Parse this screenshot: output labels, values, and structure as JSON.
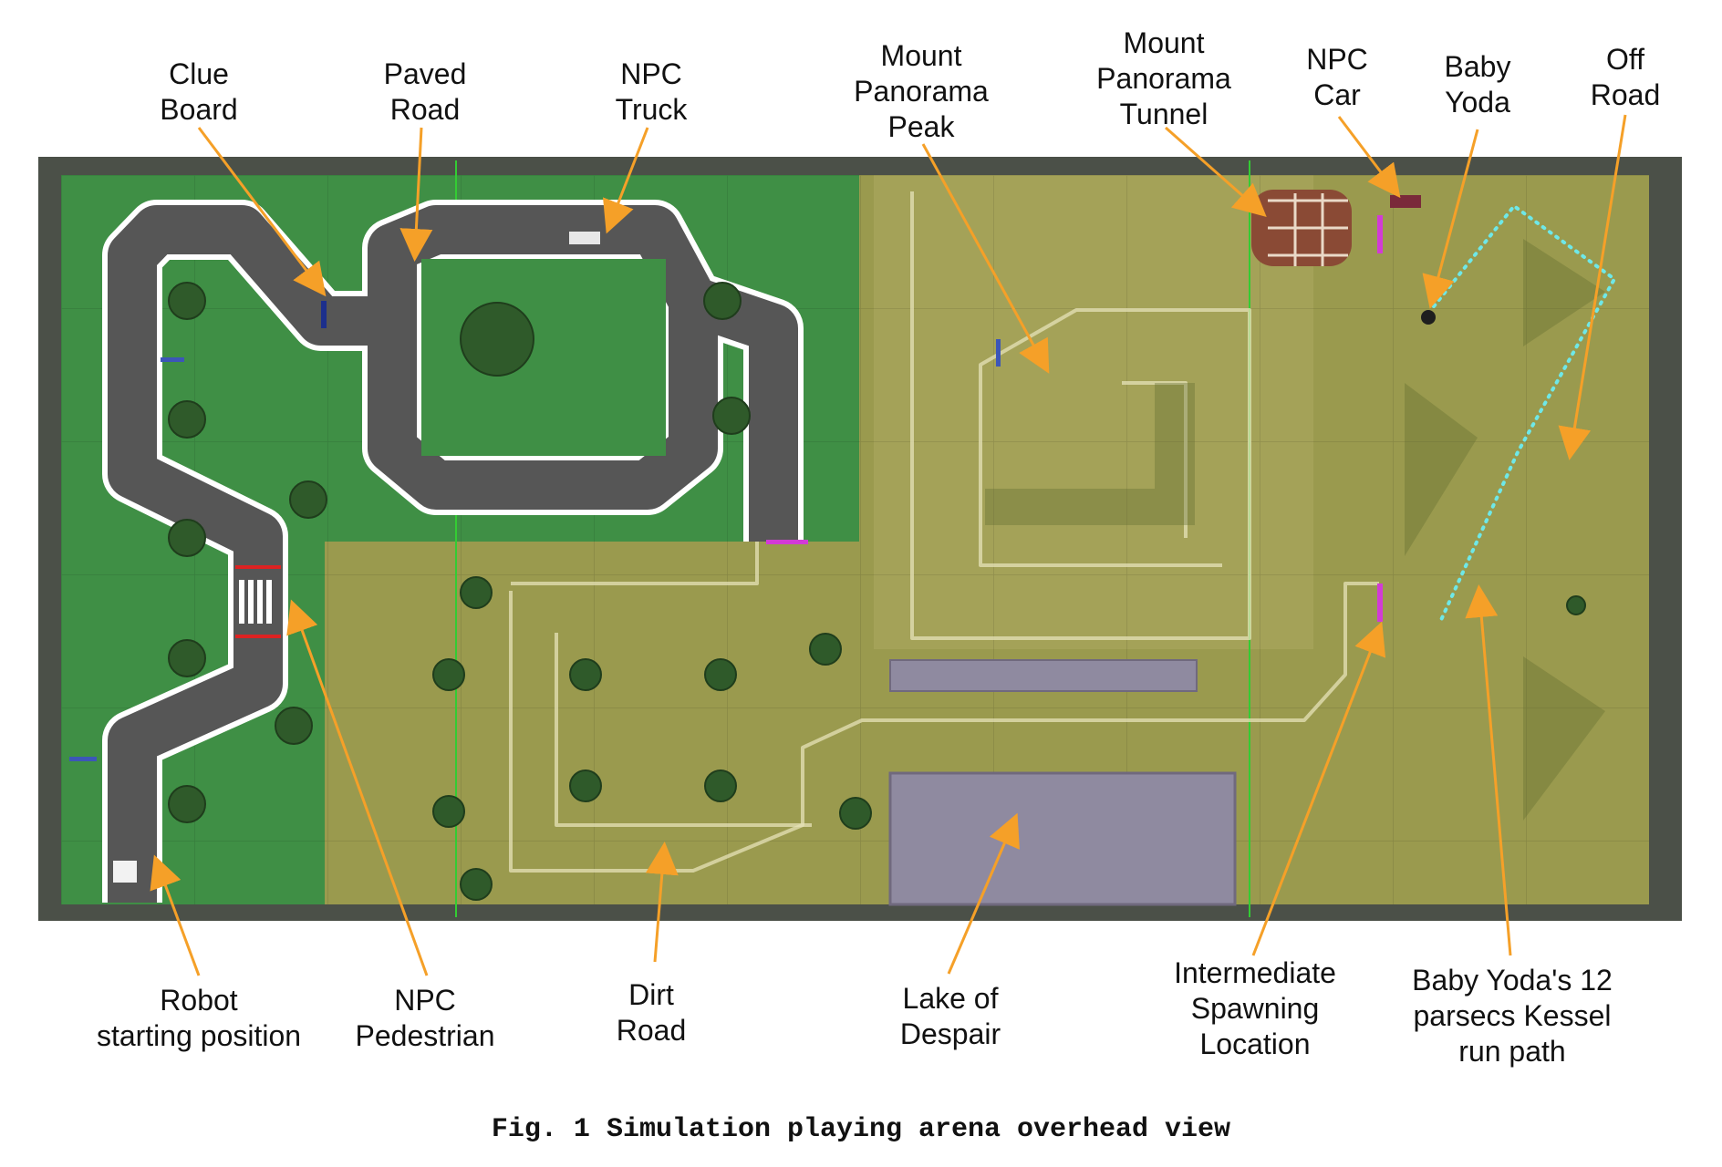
{
  "figure": {
    "caption": "Fig. 1 Simulation playing arena overhead view",
    "colors": {
      "grass": "#3f8f45",
      "asphalt": "#565656",
      "road_edge": "#ffffff",
      "dirt": "#9a9a4e",
      "lake": "#8f8aa0",
      "wall": "#4b5048",
      "arrow": "#f5a028",
      "spawn_marker": "#d23ad6",
      "kessel_path": "#6ee8e8"
    }
  },
  "labels": {
    "clue_board": [
      "Clue",
      "Board"
    ],
    "paved_road": [
      "Paved",
      "Road"
    ],
    "npc_truck": [
      "NPC",
      "Truck"
    ],
    "mount_panorama_peak": [
      "Mount",
      "Panorama",
      "Peak"
    ],
    "mount_panorama_tunnel": [
      "Mount",
      "Panorama",
      "Tunnel"
    ],
    "npc_car": [
      "NPC",
      "Car"
    ],
    "baby_yoda": [
      "Baby",
      "Yoda"
    ],
    "off_road": [
      "Off",
      "Road"
    ],
    "robot_start": [
      "Robot",
      "starting position"
    ],
    "npc_pedestrian": [
      "NPC",
      "Pedestrian"
    ],
    "dirt_road": [
      "Dirt",
      "Road"
    ],
    "lake_of_despair": [
      "Lake of",
      "Despair"
    ],
    "intermediate_spawn": [
      "Intermediate",
      "Spawning",
      "Location"
    ],
    "kessel_run": [
      "Baby Yoda's 12",
      "parsecs Kessel",
      "run path"
    ]
  }
}
